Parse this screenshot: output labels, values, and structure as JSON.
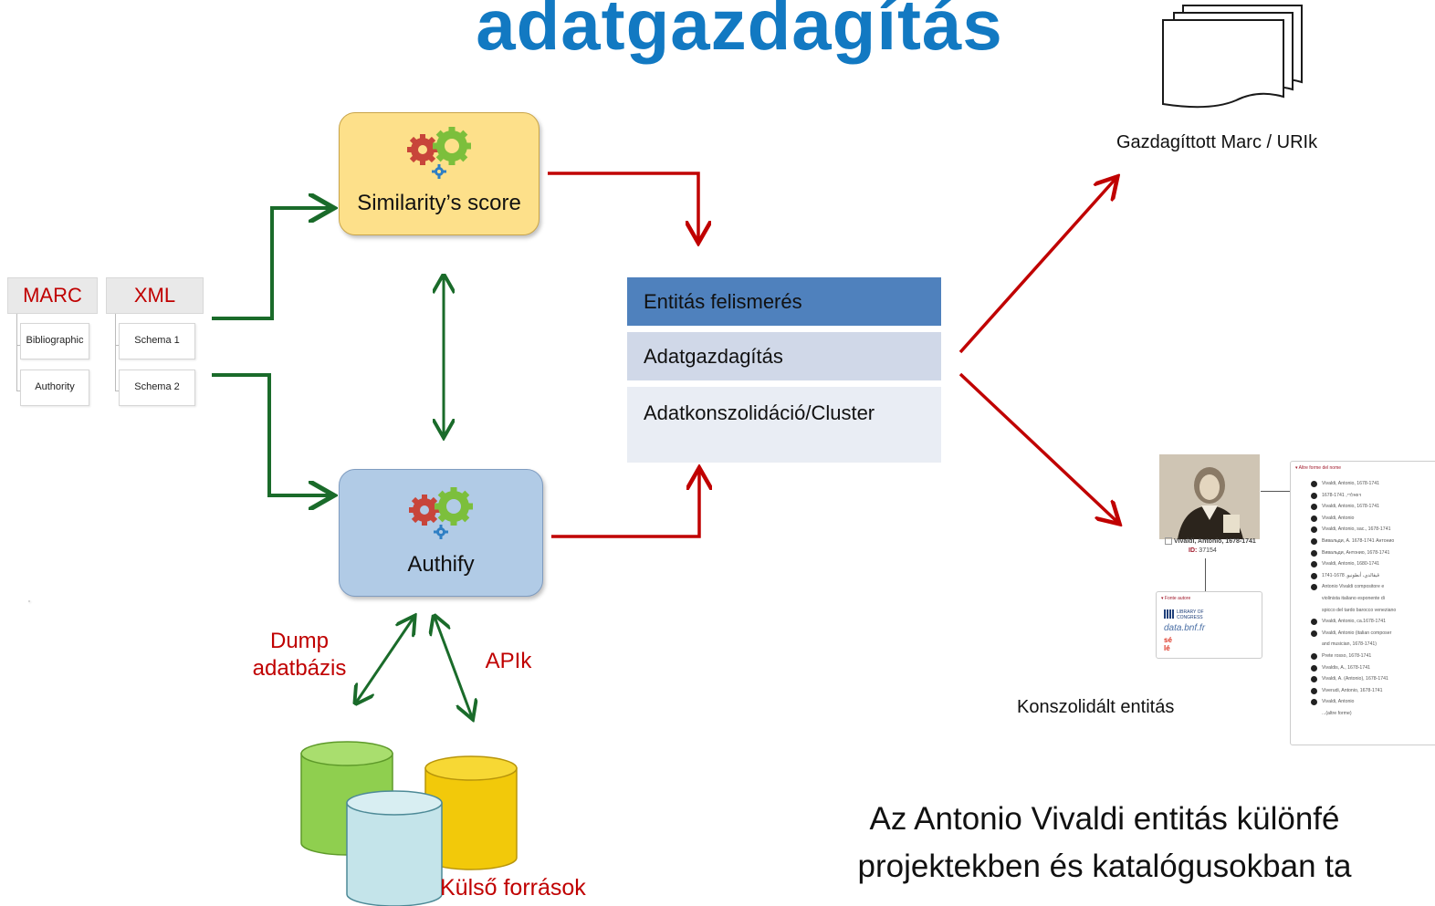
{
  "title": "adatgazdagítás",
  "similarity": {
    "label": "Similarity’s score"
  },
  "authify": {
    "label": "Authify"
  },
  "sources": {
    "marc": {
      "header": "MARC",
      "items": [
        "Bibliographic",
        "Authority"
      ]
    },
    "xml": {
      "header": "XML",
      "items": [
        "Schema 1",
        "Schema 2"
      ]
    }
  },
  "stack": {
    "item1": "Entitás felismerés",
    "item2": "Adatgazdagítás",
    "item3": "Adatkonszolidáció/Cluster"
  },
  "labels": {
    "dump": "Dump\nadatbázis",
    "apik": "APIk",
    "external": "Külső források",
    "enriched": "Gazdagíttott Marc / URIk",
    "consolidated": "Konszolidált entitás"
  },
  "vivaldi": {
    "name": "Vivaldi, Antonio, 1678-1741",
    "id_label": "ID:",
    "id_value": "37154",
    "panel_heading": "▾ Fonte autore",
    "loc": "LIBRARY OF CONGRESS",
    "bnf": "data.bnf.fr",
    "forms_heading": "▾ Altre forme del nome",
    "forms": [
      "Vivaldi, Antonio, 1678-1741",
      "1678-1741 ,ויוואלדי",
      "Vivaldi, Antonio, 1678-1741",
      "Vivaldi, Antonio",
      "Vivaldi, Antonio, sac., 1678-1741",
      "Вивальди, А. 1678-1741 Антонио",
      "Вивальди, Антонио, 1678-1741",
      "Vivaldi, Antonio, 1680-1741",
      "1741-1678 ,ڤيڤالدي، أنطونيو",
      "Antonio Vivaldi compositore e",
      "violinista italiano esponente di",
      "spicco del tardo barocco veneziano",
      "Vivaldi, Antonio, ca.1678-1741",
      "Vivaldi, Antonio (italian composer",
      "and musician, 1678-1741)",
      "Prete rosso, 1678-1741",
      "Vivaldis, A., 1678-1741",
      "Vivaldi, A. (Antonio), 1678-1741",
      "Viverudi, Antonio, 1678-1741",
      "Vivaldi, Antonio",
      "...(altre forme)"
    ]
  },
  "bottom_text": {
    "line1": "Az Antonio Vivaldi entitás különfé",
    "line2": "projektekben és katalógusokban ta"
  },
  "colors": {
    "title": "#1279c2",
    "arrow_green": "#1a6b2a",
    "arrow_red": "#c00000",
    "db_green": "#8fcf4f",
    "db_cyan": "#c4e4ea",
    "db_yellow": "#f2c90a"
  }
}
